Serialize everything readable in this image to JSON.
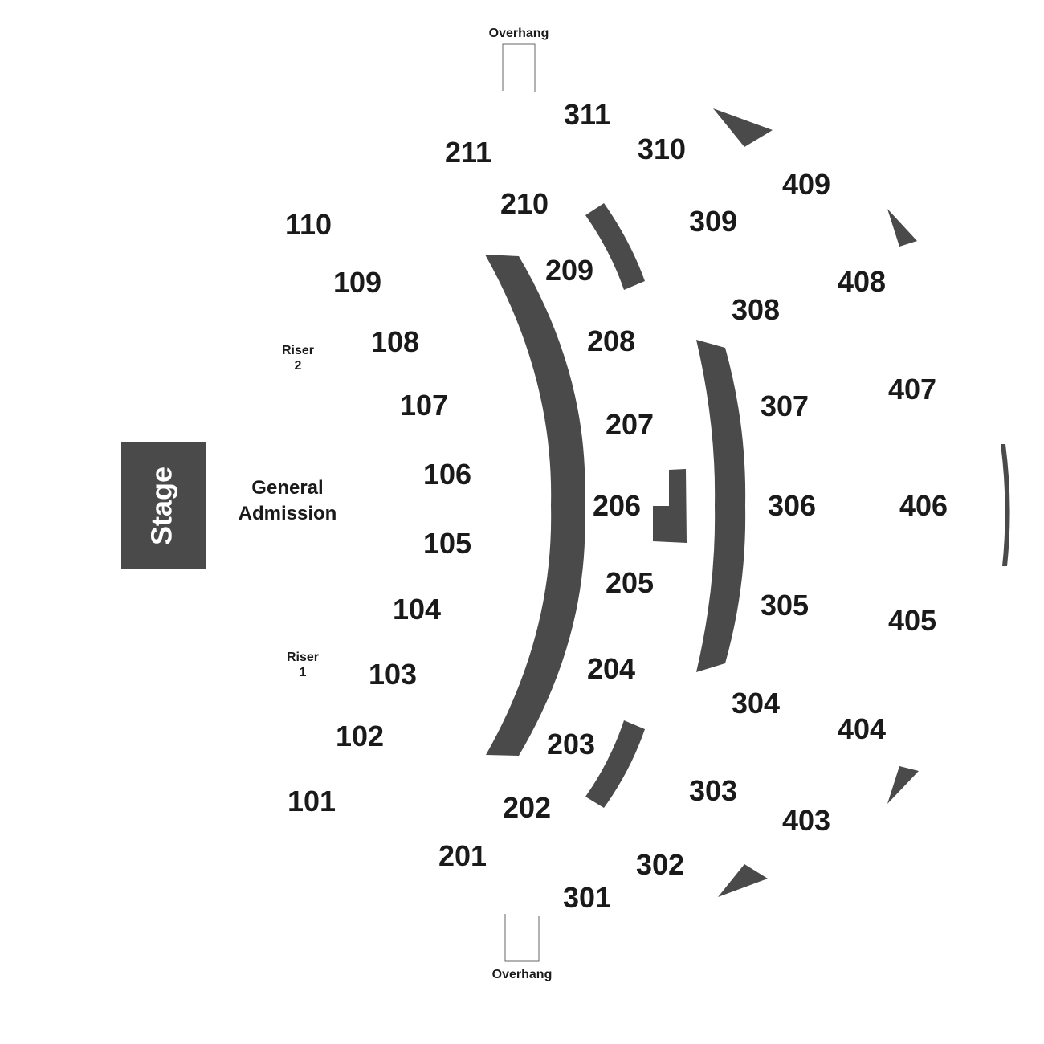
{
  "stage": {
    "label": "Stage"
  },
  "general_admission": {
    "line1": "General",
    "line2": "Admission"
  },
  "risers": [
    {
      "line1": "Riser",
      "line2": "2"
    },
    {
      "line1": "Riser",
      "line2": "1"
    }
  ],
  "overhangs": [
    {
      "label": "Overhang"
    },
    {
      "label": "Overhang"
    }
  ],
  "colors": {
    "divider": "#4a4a4a",
    "stage": "#4a4a4a",
    "text": "#1a1a1a"
  },
  "sections": {
    "s101": "101",
    "s102": "102",
    "s103": "103",
    "s104": "104",
    "s105": "105",
    "s106": "106",
    "s107": "107",
    "s108": "108",
    "s109": "109",
    "s110": "110",
    "s201": "201",
    "s202": "202",
    "s203": "203",
    "s204": "204",
    "s205": "205",
    "s206": "206",
    "s207": "207",
    "s208": "208",
    "s209": "209",
    "s210": "210",
    "s211": "211",
    "s301": "301",
    "s302": "302",
    "s303": "303",
    "s304": "304",
    "s305": "305",
    "s306": "306",
    "s307": "307",
    "s308": "308",
    "s309": "309",
    "s310": "310",
    "s311": "311",
    "s403": "403",
    "s404": "404",
    "s405": "405",
    "s406": "406",
    "s407": "407",
    "s408": "408",
    "s409": "409"
  }
}
